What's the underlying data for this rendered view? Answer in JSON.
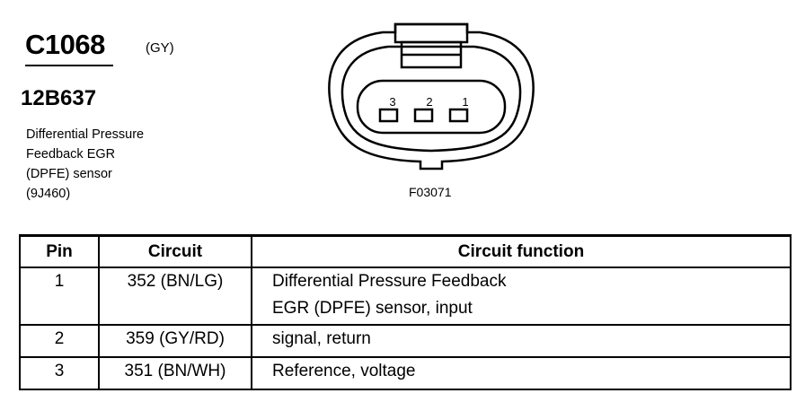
{
  "connector": {
    "id": "C1068",
    "color": "(GY)",
    "part_number": "12B637",
    "description_lines": [
      "Differential Pressure",
      "Feedback EGR",
      "(DPFE) sensor",
      "(9J460)"
    ],
    "figure_id": "F03071",
    "pin_labels": [
      "3",
      "2",
      "1"
    ]
  },
  "table": {
    "headers": [
      "Pin",
      "Circuit",
      "Circuit function"
    ],
    "rows": [
      {
        "pin": "1",
        "circuit": "352 (BN/LG)",
        "function": [
          "Differential Pressure Feedback",
          "EGR (DPFE) sensor, input"
        ]
      },
      {
        "pin": "2",
        "circuit": "359 (GY/RD)",
        "function": [
          "signal, return"
        ]
      },
      {
        "pin": "3",
        "circuit": "351 (BN/WH)",
        "function": [
          "Reference, voltage"
        ]
      }
    ]
  }
}
